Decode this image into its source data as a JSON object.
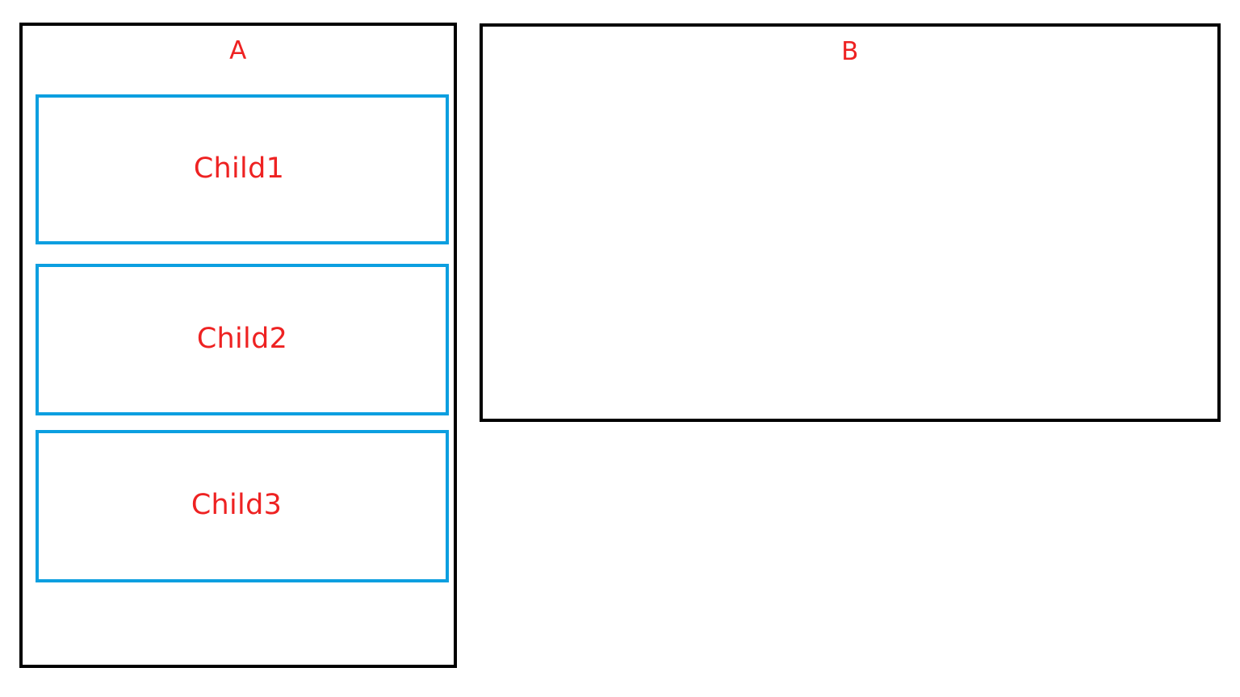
{
  "diagram": {
    "type": "box-layout-diagram",
    "background_color": "#ffffff",
    "panel_border_color": "#000000",
    "child_border_color": "#0c9fe0",
    "label_color": "#ee2222",
    "panels": [
      {
        "id": "A",
        "title": "A",
        "children": [
          {
            "id": "child-1",
            "label": "Child1"
          },
          {
            "id": "child-2",
            "label": "Child2"
          },
          {
            "id": "child-3",
            "label": "Child3"
          }
        ]
      },
      {
        "id": "B",
        "title": "B",
        "children": []
      }
    ]
  }
}
